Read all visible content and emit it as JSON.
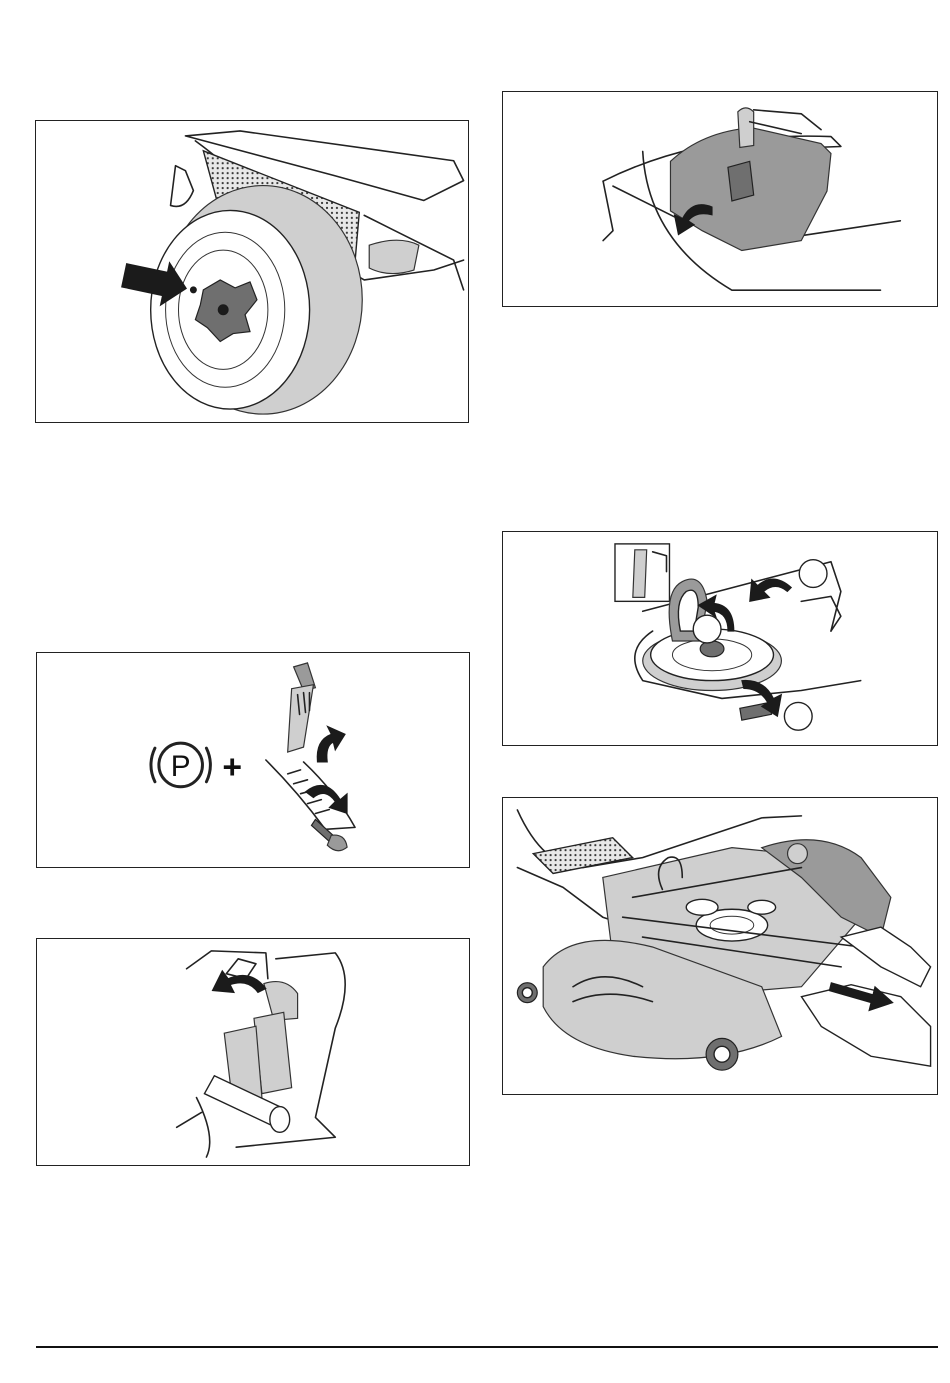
{
  "figures": [
    {
      "id": "wheel",
      "icon": "wheel-arrow-illustration"
    },
    {
      "id": "brake",
      "icon": "parking-brake-lever-illustration",
      "symbol": "P",
      "operator": "+"
    },
    {
      "id": "lever",
      "icon": "lift-lever-illustration"
    },
    {
      "id": "cover",
      "icon": "belt-cover-removal-illustration"
    },
    {
      "id": "belt",
      "icon": "belt-pulley-removal-illustration",
      "callouts": [
        "",
        "",
        ""
      ]
    },
    {
      "id": "deck",
      "icon": "cutting-deck-removal-illustration"
    }
  ],
  "colors": {
    "line": "#222222",
    "fill_grey": "#9a9a9a",
    "fill_light": "#cfcfcf",
    "frame": "#222222"
  }
}
